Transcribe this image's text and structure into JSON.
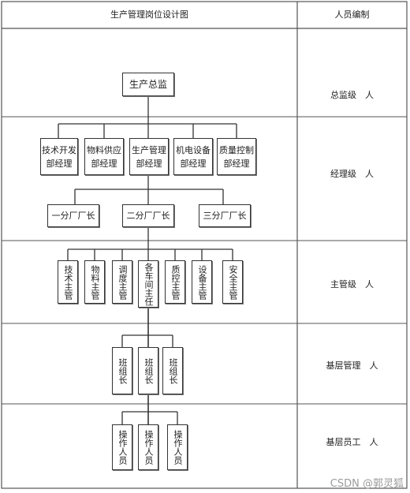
{
  "header": {
    "title": "生产管理岗位设计图",
    "right_title": "人员编制"
  },
  "levels": [
    "总监级　人",
    "经理级　人",
    "主管级　人",
    "基层管理　人",
    "基层员工　人"
  ],
  "director": "生产总监",
  "managers": [
    [
      "技术开发",
      "部经理"
    ],
    [
      "物料供应",
      "部经理"
    ],
    [
      "生产管理",
      "部经理"
    ],
    [
      "机电设备",
      "部经理"
    ],
    [
      "质量控制",
      "部经理"
    ]
  ],
  "factories": [
    "一分厂厂长",
    "二分厂厂长",
    "三分厂厂长"
  ],
  "supervisors": [
    "技术主管",
    "物料主管",
    "调度主管",
    "各车间主任",
    "质控主管",
    "设备主管",
    "安全主管"
  ],
  "teams": [
    "班组长",
    "班组长",
    "班组长"
  ],
  "workers": [
    "操作人员",
    "操作人员",
    "操作人员"
  ],
  "watermark": "CSDN @郭灵狐"
}
